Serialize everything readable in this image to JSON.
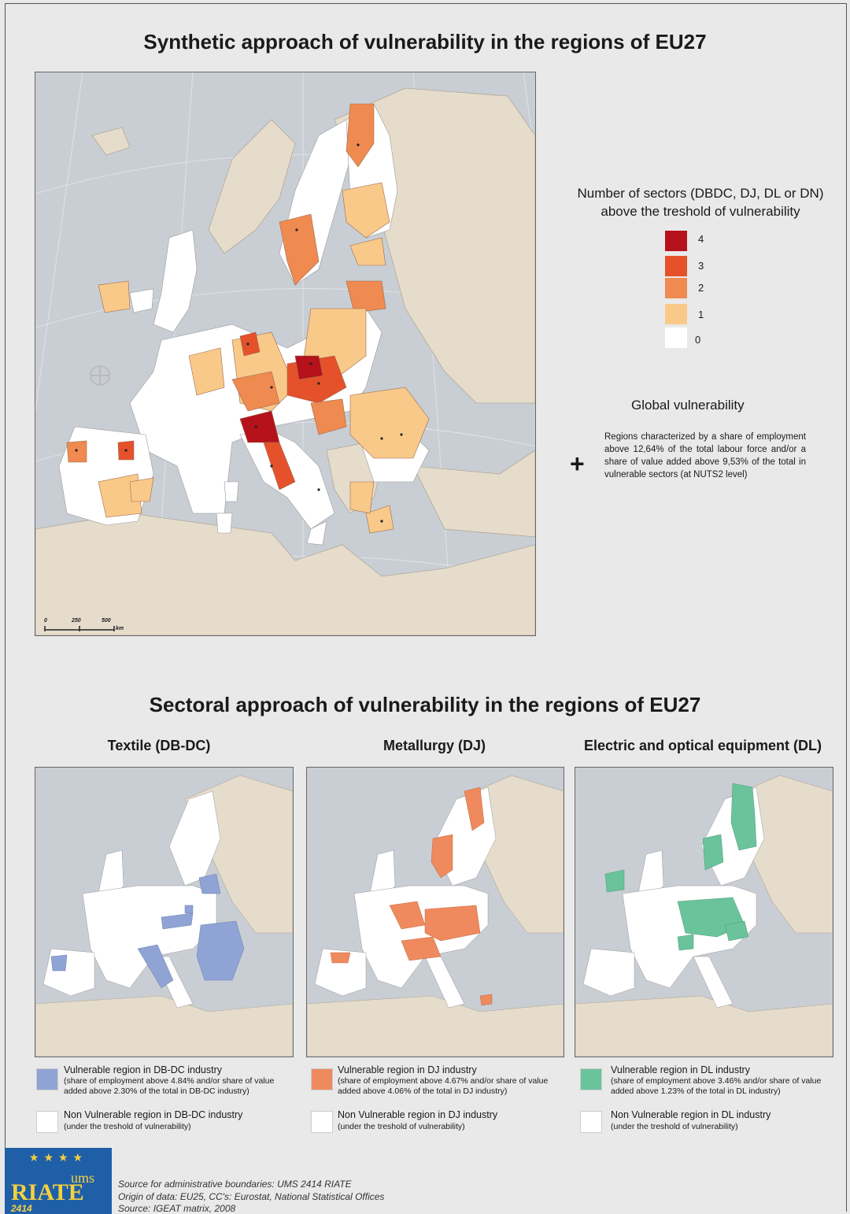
{
  "main_title": "Synthetic approach of vulnerability in the regions of EU27",
  "legend": {
    "title_line1": "Number of sectors (DBDC, DJ, DL or DN)",
    "title_line2": "above the treshold of vulnerability",
    "classes": [
      {
        "label": "4",
        "color": "#b5121b"
      },
      {
        "label": "3",
        "color": "#e4512b"
      },
      {
        "label": "2",
        "color": "#ef8a50"
      },
      {
        "label": "1",
        "color": "#f9c98a"
      },
      {
        "label": "0",
        "color": "#ffffff"
      }
    ]
  },
  "global": {
    "title": "Global vulnerability",
    "symbol": "+",
    "text": "Regions characterized by a share of employment above 12,64% of the total labour force and/or a share of value added above 9,53% of the total in vulnerable sectors (at NUTS2 level)"
  },
  "scale": {
    "t0": "0",
    "t1": "250",
    "t2": "500",
    "unit": "km"
  },
  "sectoral_title": "Sectoral approach of vulnerability in the regions of EU27",
  "panels": [
    {
      "title": "Textile (DB-DC)",
      "color": "#8fa4d4",
      "vuln_label": "Vulnerable region in DB-DC industry",
      "vuln_note": "(share of employment above 4.84% and/or share of value added above 2.30% of the total in DB-DC industry)",
      "non_label": "Non Vulnerable region in DB-DC industry",
      "non_note": "(under the treshold of vulnerability)"
    },
    {
      "title": "Metallurgy (DJ)",
      "color": "#ee8a5e",
      "vuln_label": "Vulnerable region in DJ industry",
      "vuln_note": "(share of employment above 4.67% and/or share of value added above 4.06% of the total in DJ industry)",
      "non_label": "Non Vulnerable region in DJ industry",
      "non_note": "(under the treshold of vulnerability)"
    },
    {
      "title": "Electric and optical equipment (DL)",
      "color": "#6ac39b",
      "vuln_label": "Vulnerable region in DL industry",
      "vuln_note": "(share of employment above 3.46% and/or share of value added above 1.23% of the total in DL industry)",
      "non_label": "Non Vulnerable region in DL industry",
      "non_note": "(under the treshold of vulnerability)"
    }
  ],
  "logo": {
    "stars": "★★★★",
    "ums": "ums",
    "riate": "RIATE",
    "num": "2414"
  },
  "sources": [
    "Source for administrative boundaries: UMS 2414 RIATE",
    "Origin of data: EU25, CC's: Eurostat, National Statistical Offices",
    "Source: IGEAT matrix, 2008"
  ]
}
